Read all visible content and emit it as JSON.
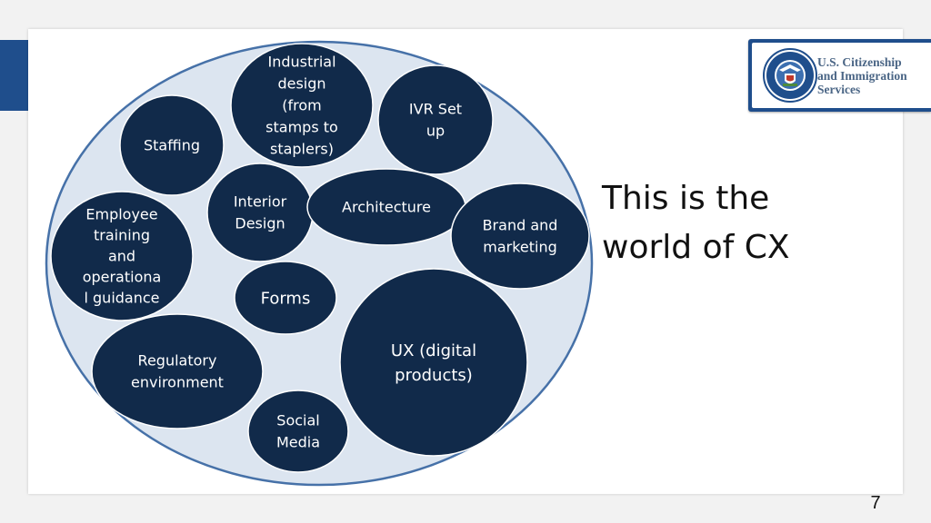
{
  "logo": {
    "lines": [
      "U.S. Citizenship",
      "and Immigration",
      "Services"
    ]
  },
  "headline": {
    "lines": [
      "This is the",
      "world of CX"
    ]
  },
  "page_number": "7",
  "colors": {
    "bubble_fill": "#112a4a",
    "container_fill": "#dce5f0",
    "container_stroke": "#4671a8",
    "accent_blue": "#1f4e8c"
  },
  "bubbles": [
    {
      "name": "industrial-design",
      "lines": [
        "Industrial",
        "design",
        "(from",
        "stamps to",
        "staplers)"
      ]
    },
    {
      "name": "ivr-set-up",
      "lines": [
        "IVR Set",
        "up"
      ]
    },
    {
      "name": "staffing",
      "lines": [
        "Staffing"
      ]
    },
    {
      "name": "interior-design",
      "lines": [
        "Interior",
        "Design"
      ]
    },
    {
      "name": "architecture",
      "lines": [
        "Architecture"
      ]
    },
    {
      "name": "brand-and-marketing",
      "lines": [
        "Brand and",
        "marketing"
      ]
    },
    {
      "name": "employee-training",
      "lines": [
        "Employee",
        "training",
        "and",
        "operationa",
        "l guidance"
      ]
    },
    {
      "name": "forms",
      "lines": [
        "Forms"
      ]
    },
    {
      "name": "ux-digital-products",
      "lines": [
        "UX (digital",
        "products)"
      ]
    },
    {
      "name": "regulatory-environment",
      "lines": [
        "Regulatory",
        "environment"
      ]
    },
    {
      "name": "social-media",
      "lines": [
        "Social",
        "Media"
      ]
    }
  ]
}
